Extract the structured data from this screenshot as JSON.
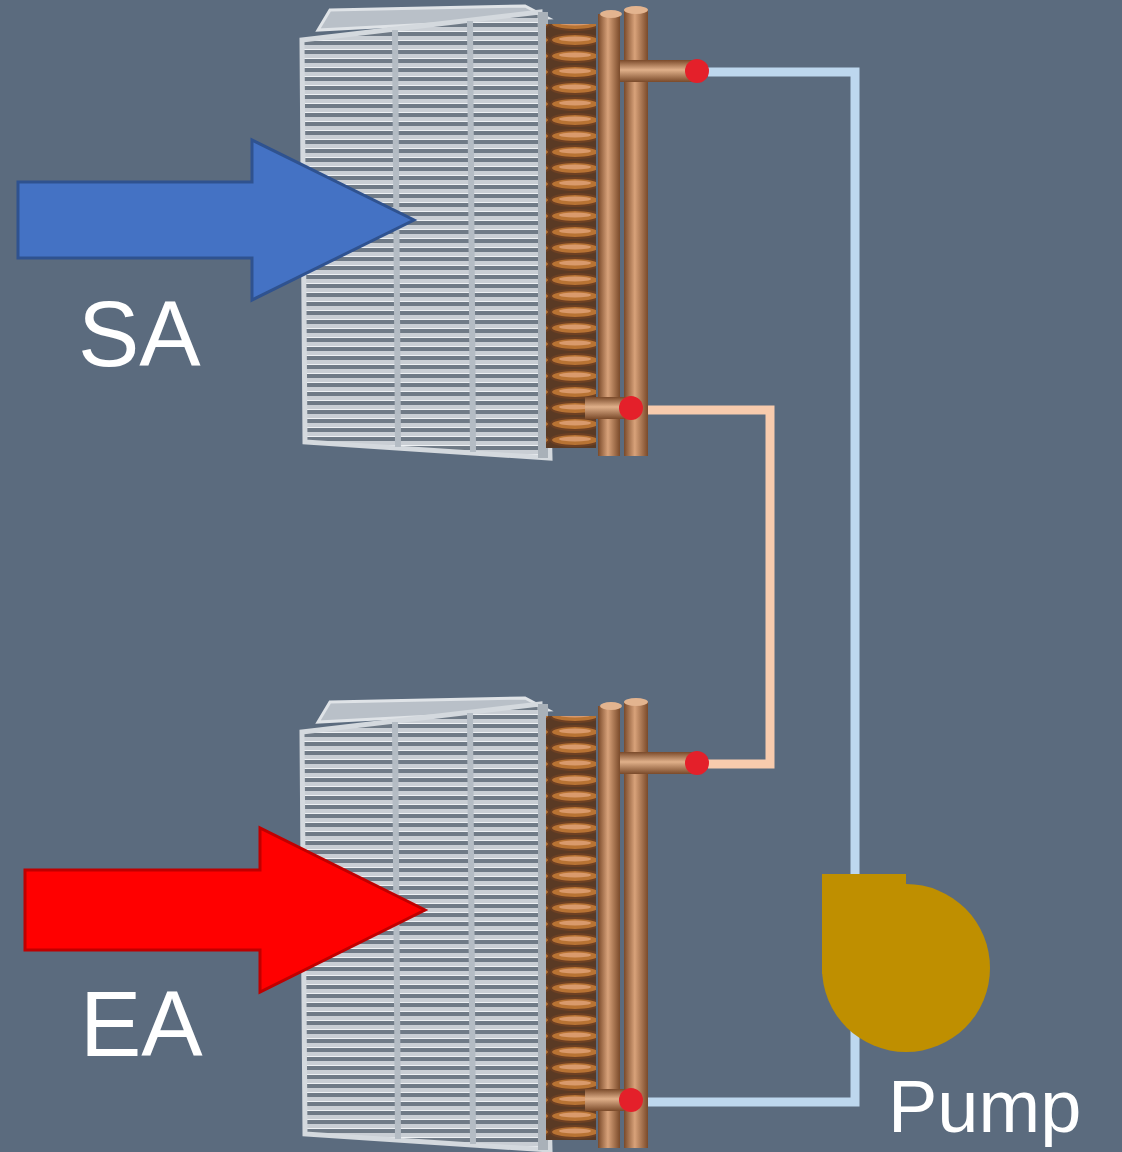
{
  "diagram": {
    "labels": [
      "SA",
      "EA",
      "Pump"
    ]
  }
}
